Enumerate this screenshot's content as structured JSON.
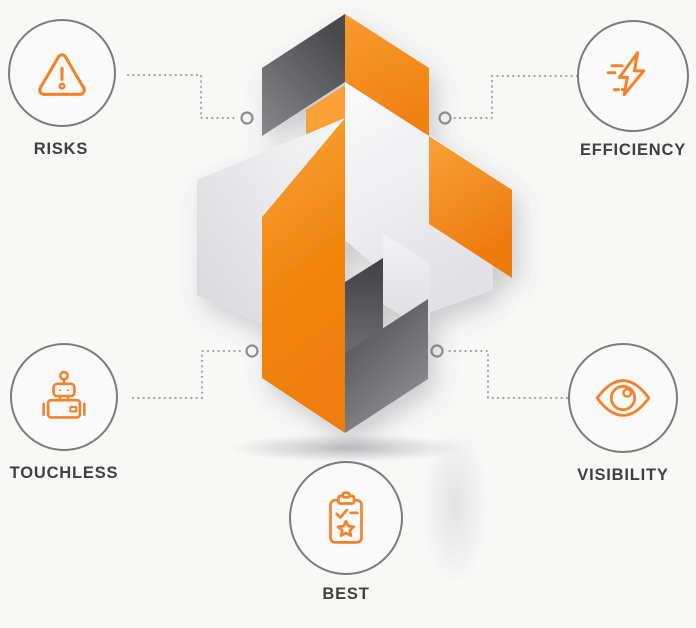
{
  "title": "process infographic with interlocking cubes logo",
  "colors": {
    "background": "#F8F8F7",
    "accent_orange": "#F5831F",
    "icon_orange": "#F5822B",
    "face_gray_dark": "#4A4B4E",
    "face_gray_light": "#8E8F92",
    "face_white": "#E8E8EB",
    "circle_border": "#7B7C7F",
    "label_text": "#3F4043",
    "dotted_line": "#A4A5A7"
  },
  "nodes": [
    {
      "id": "risks",
      "label": "RISKS",
      "icon": "warning-triangle-icon",
      "position": "top-left"
    },
    {
      "id": "efficiency",
      "label": "EFFICIENCY",
      "icon": "lightning-bolt-icon",
      "position": "top-right"
    },
    {
      "id": "touchless",
      "label": "TOUCHLESS",
      "icon": "robot-icon",
      "position": "bottom-left"
    },
    {
      "id": "visibility",
      "label": "VISIBILITY",
      "icon": "eye-icon",
      "position": "bottom-right"
    },
    {
      "id": "best",
      "label": "BEST",
      "icon": "clipboard-star-icon",
      "position": "bottom-center"
    }
  ],
  "logo": {
    "name": "interlocking-isometric-cubes",
    "faces": [
      "gray-top-left",
      "orange-top-right",
      "white-left",
      "white-right",
      "orange-center-column",
      "orange-right-rhombus",
      "dark-center-column",
      "dark-bottom-right",
      "orange-bottom-left"
    ]
  },
  "connectors": {
    "style": "dotted",
    "marker": "small-open-circle",
    "count": 4
  }
}
